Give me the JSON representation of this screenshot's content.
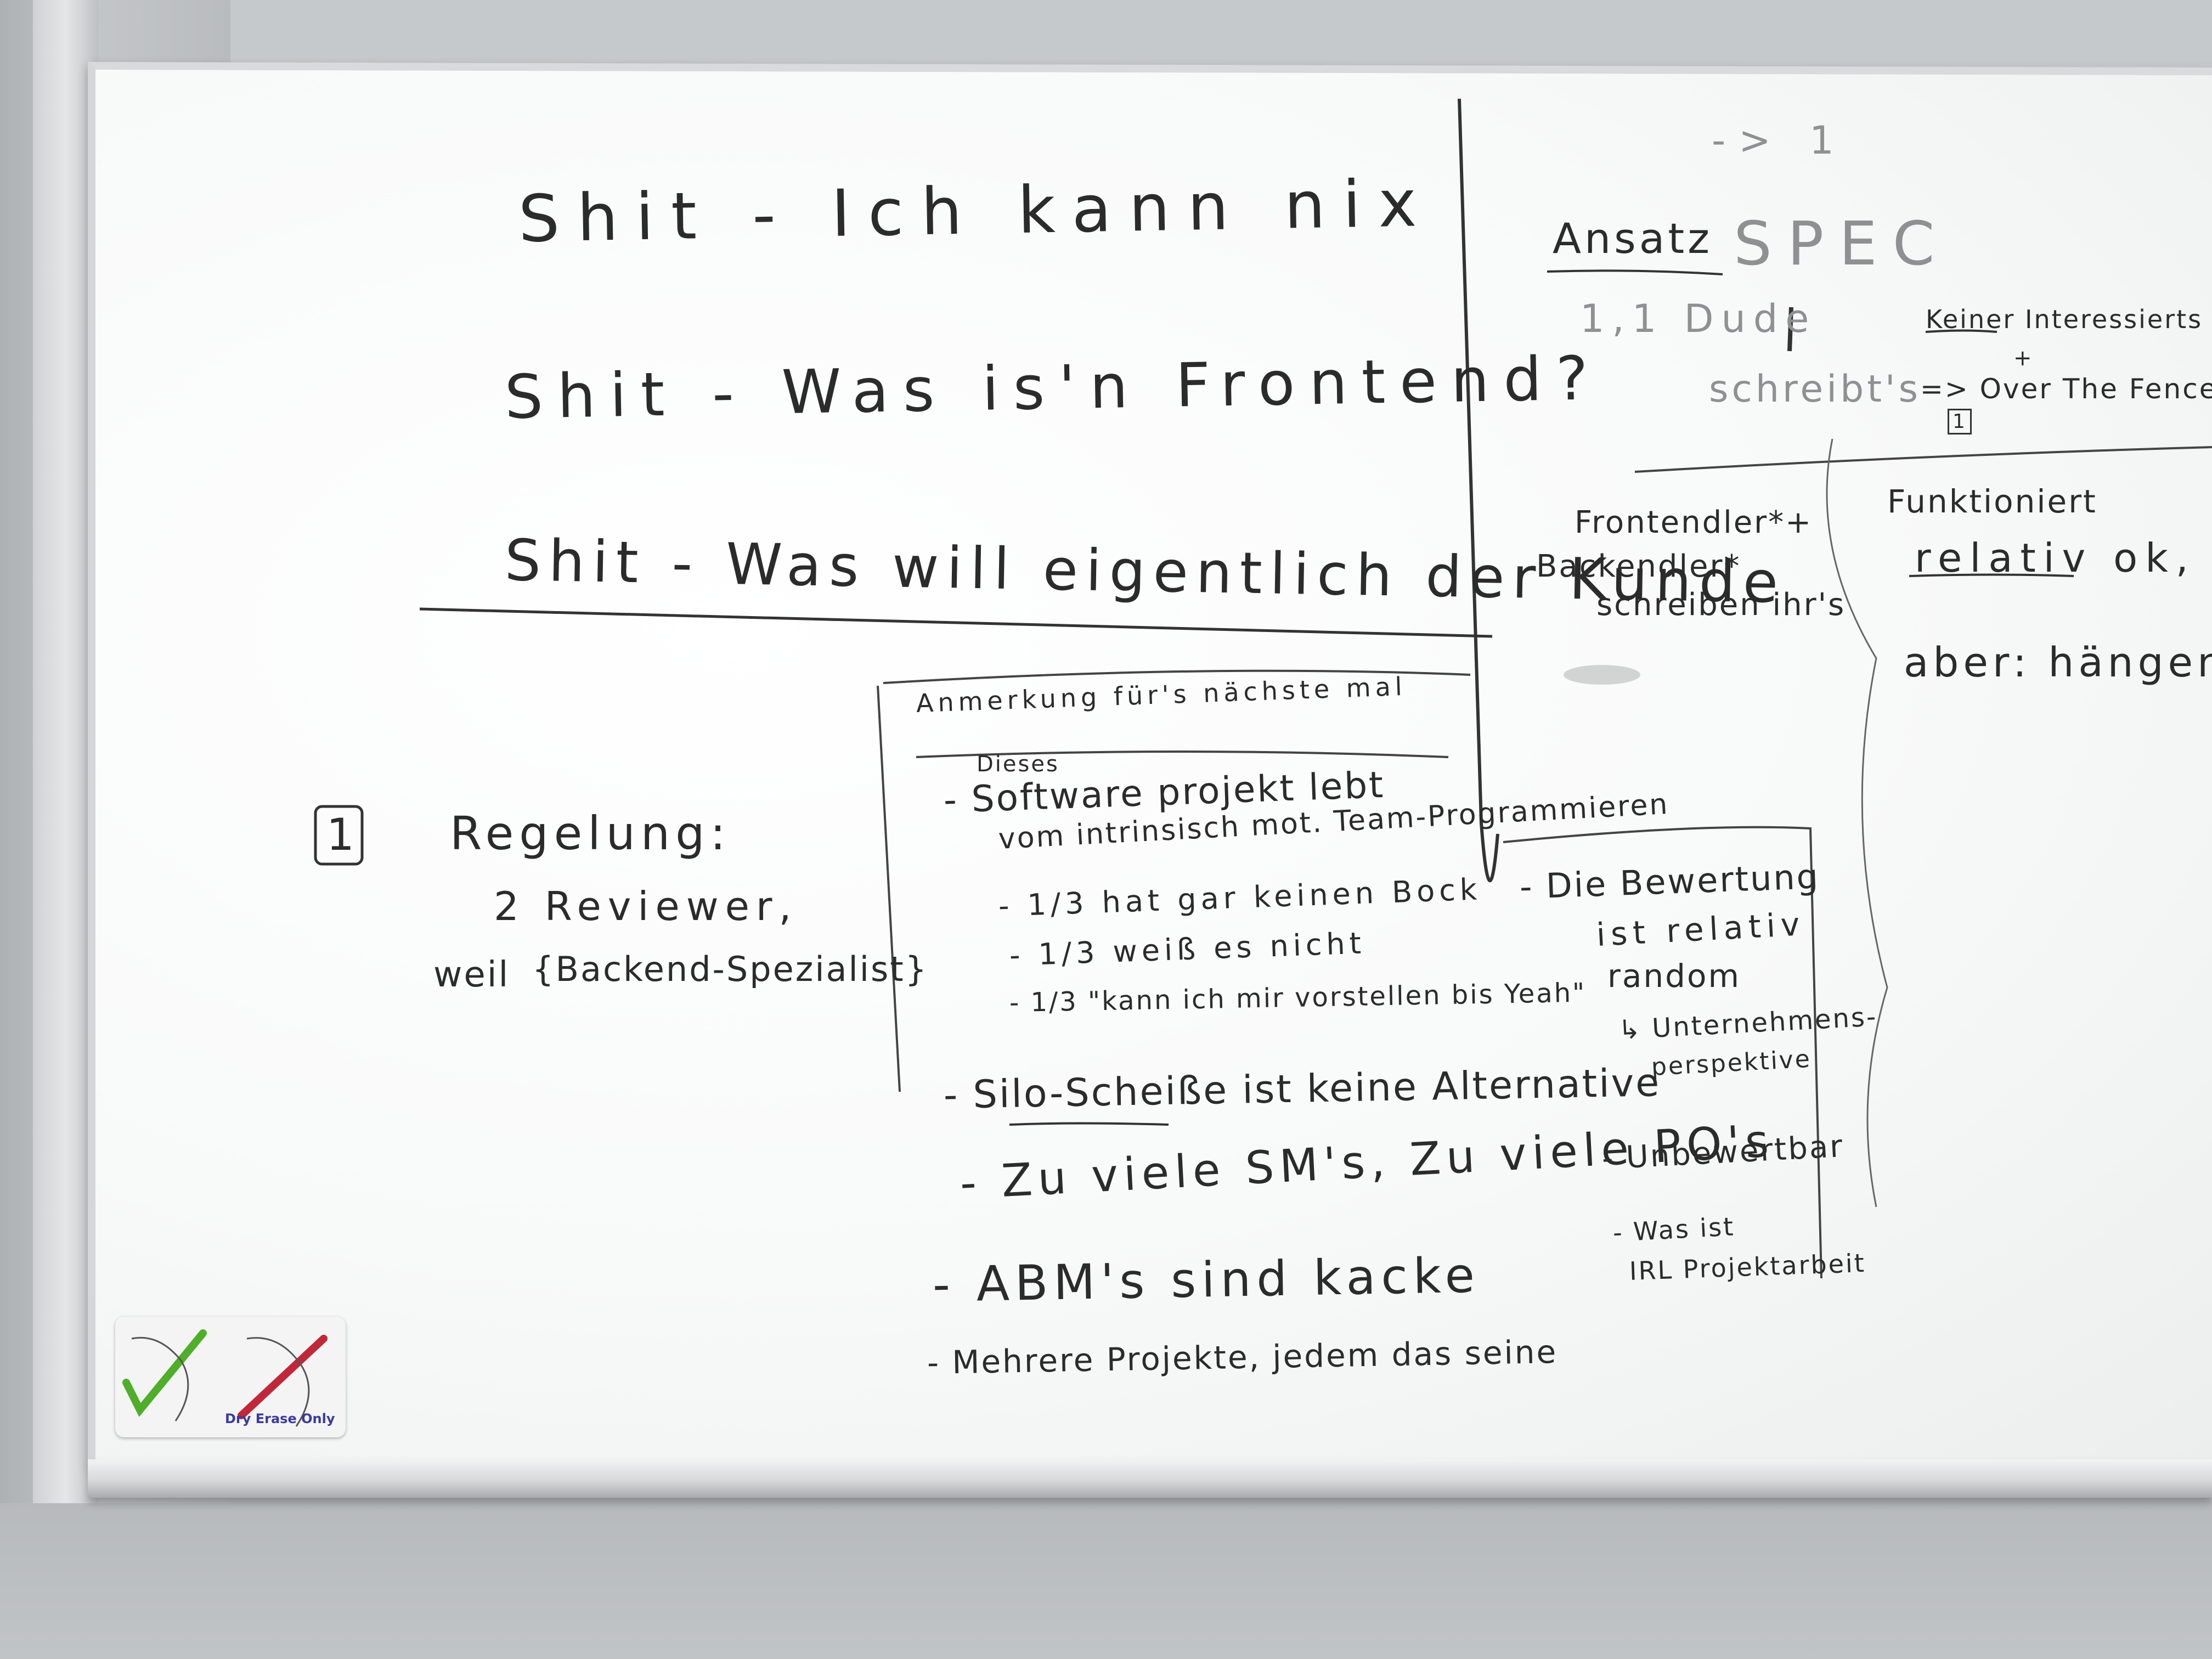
{
  "whiteboard": {
    "left": {
      "lines": [
        "Shit - Ich kann nix",
        "Shit - Was is'n Frontend?",
        "Shit - Was will eigentlich der Kunde"
      ],
      "number_box": "1",
      "regelung": {
        "title": "Regelung:",
        "line1": "2 Reviewer,",
        "line2_prefix": "weil",
        "line2_brace": "{Backend-Spezialist}"
      }
    },
    "boxed_note": {
      "header": "Anmerkung für's nächste mal",
      "items": [
        "Dieses",
        "- Software projekt lebt",
        "vom intrinsisch mot. Team-Programmieren",
        "- 1/3 hat gar keinen Bock",
        "- 1/3 weiß es nicht",
        "- 1/3 \"kann ich mir vorstellen bis Yeah\"",
        "- Silo-Scheiße ist keine Alternative",
        "- Zu viele SM's, Zu viele PO's",
        "- ABM's sind kacke",
        "- Mehrere Projekte, jedem das seine"
      ],
      "side_items": [
        "- Die Bewertung",
        "ist relativ",
        "random",
        "↳ Unternehmens-",
        "perspektive",
        "- Unbewertbar",
        "- Was ist",
        "IRL Projektarbeit"
      ]
    },
    "right": {
      "faint_top": "-> 1",
      "ansatz": "Ansatz",
      "spec": "SPEC",
      "col1": [
        "1,1 Dude",
        "schreibt's",
        "Frontendler*+",
        "Backendler*",
        "schreiben ihr's"
      ],
      "col2": [
        "Keiner Interessierts",
        "+",
        "=> Over The Fence",
        "1",
        "Funktioniert",
        "relativ ok,",
        "aber: hängende"
      ]
    },
    "sticker": {
      "text": "Dry Erase Only"
    }
  }
}
